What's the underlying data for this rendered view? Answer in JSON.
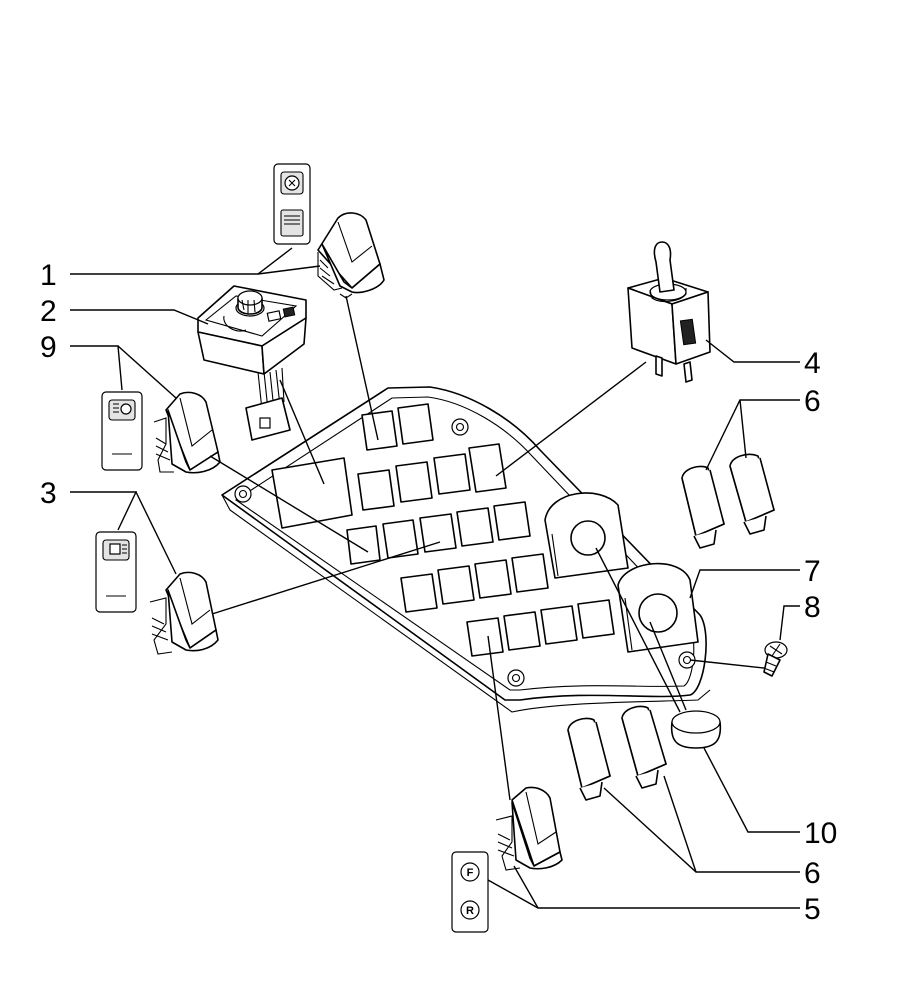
{
  "callouts": [
    {
      "id": "1",
      "label": "1"
    },
    {
      "id": "2",
      "label": "2"
    },
    {
      "id": "9",
      "label": "9"
    },
    {
      "id": "3",
      "label": "3"
    },
    {
      "id": "4",
      "label": "4"
    },
    {
      "id": "6a",
      "label": "6"
    },
    {
      "id": "7",
      "label": "7"
    },
    {
      "id": "8",
      "label": "8"
    },
    {
      "id": "10",
      "label": "10"
    },
    {
      "id": "6b",
      "label": "6"
    },
    {
      "id": "5",
      "label": "5"
    }
  ],
  "symbol_caps": {
    "f_letter": "F",
    "r_letter": "R"
  }
}
